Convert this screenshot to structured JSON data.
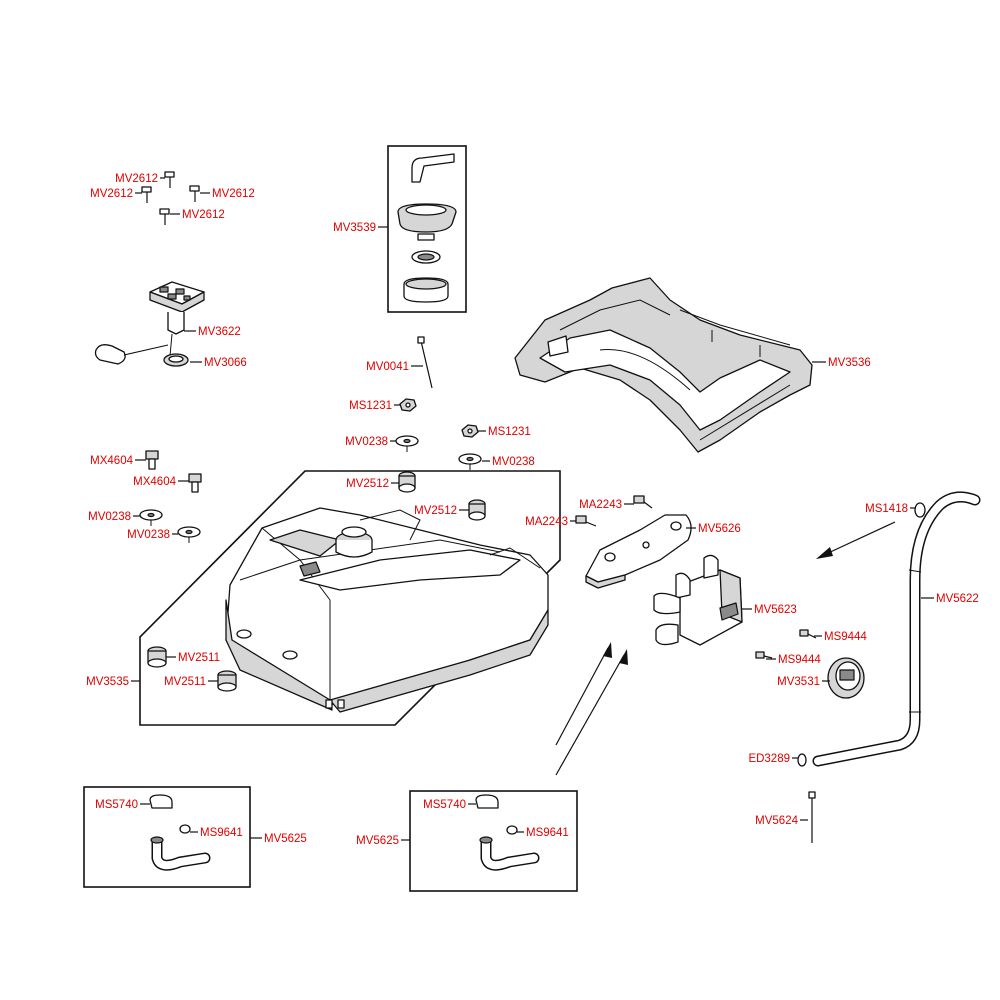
{
  "colors": {
    "label": "#e00000",
    "line": "#111111",
    "background": "#ffffff"
  },
  "labels": [
    "MV2612",
    "MV2612",
    "MV2612",
    "MV2612",
    "MV3622",
    "MV3066",
    "MV3539",
    "MV0041",
    "MS1231",
    "MS1231",
    "MV0238",
    "MV0238",
    "MV0238",
    "MV0238",
    "MX4604",
    "MX4604",
    "MV2512",
    "MV2512",
    "MV2511",
    "MV2511",
    "MV3535",
    "MV3536",
    "MA2243",
    "MA2243",
    "MV5626",
    "MV5623",
    "MS9444",
    "MS9444",
    "MV3531",
    "MS1418",
    "MV5622",
    "ED3289",
    "MV5624",
    "MS5740",
    "MS9641",
    "MV5625",
    "MS5740",
    "MS9641",
    "MV5625"
  ]
}
